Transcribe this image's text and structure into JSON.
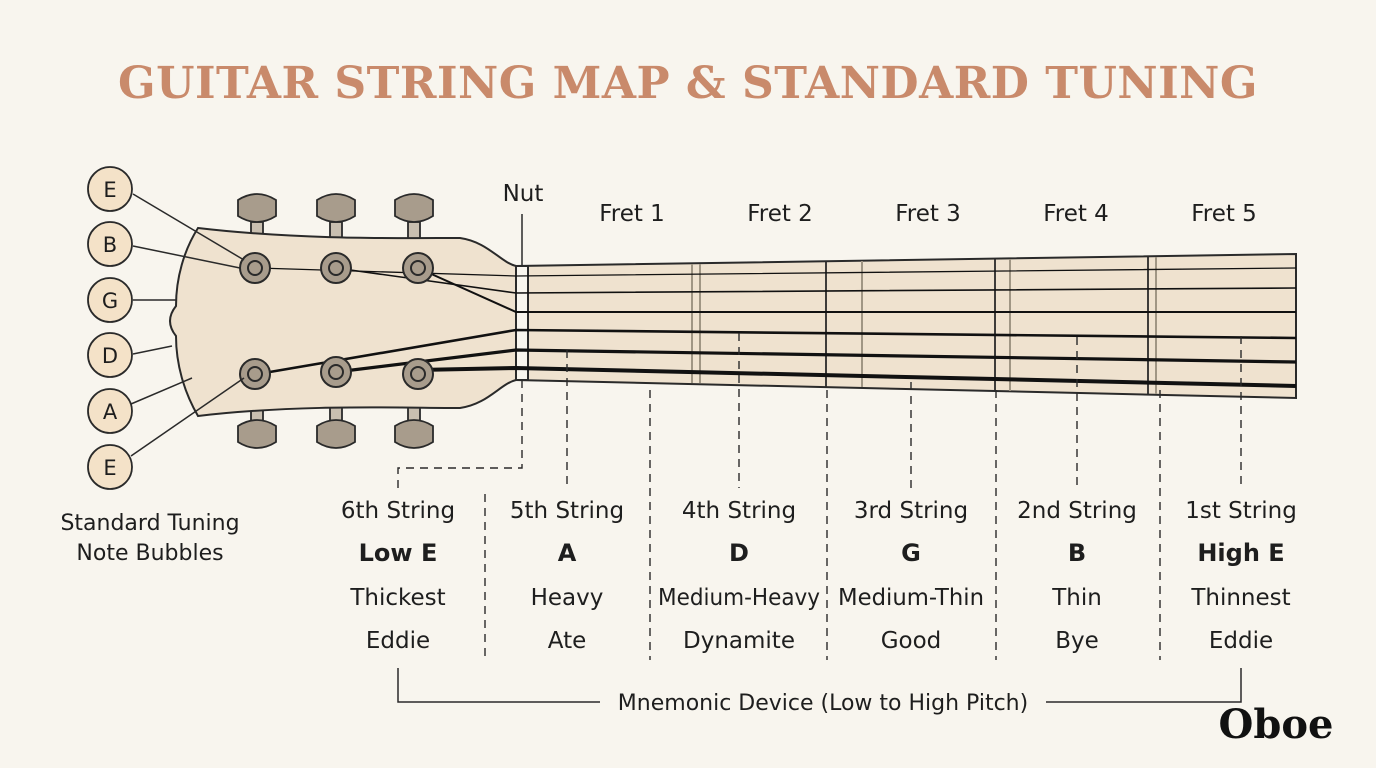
{
  "title": "GUITAR STRING MAP & STANDARD TUNING",
  "nut_label": "Nut",
  "frets": [
    "Fret 1",
    "Fret 2",
    "Fret 3",
    "Fret 4",
    "Fret 5"
  ],
  "bubbles": [
    "E",
    "B",
    "G",
    "D",
    "A",
    "E"
  ],
  "bubble_caption": [
    "Standard Tuning",
    "Note Bubbles"
  ],
  "strings": [
    {
      "number": "6th String",
      "note": "Low E",
      "thickness": "Thickest",
      "mnemonic": "Eddie"
    },
    {
      "number": "5th String",
      "note": "A",
      "thickness": "Heavy",
      "mnemonic": "Ate"
    },
    {
      "number": "4th String",
      "note": "D",
      "thickness": "Medium-Heavy",
      "mnemonic": "Dynamite"
    },
    {
      "number": "3rd String",
      "note": "G",
      "thickness": "Medium-Thin",
      "mnemonic": "Good"
    },
    {
      "number": "2nd String",
      "note": "B",
      "thickness": "Thin",
      "mnemonic": "Bye"
    },
    {
      "number": "1st String",
      "note": "High E",
      "thickness": "Thinnest",
      "mnemonic": "Eddie"
    }
  ],
  "mnemonic_caption": "Mnemonic Device (Low to High Pitch)",
  "brand": "Oboe",
  "colors": {
    "title": "#c98a6b",
    "wood": "#efe2cf",
    "tuner": "#a89c8c",
    "background": "#f8f5ee"
  }
}
